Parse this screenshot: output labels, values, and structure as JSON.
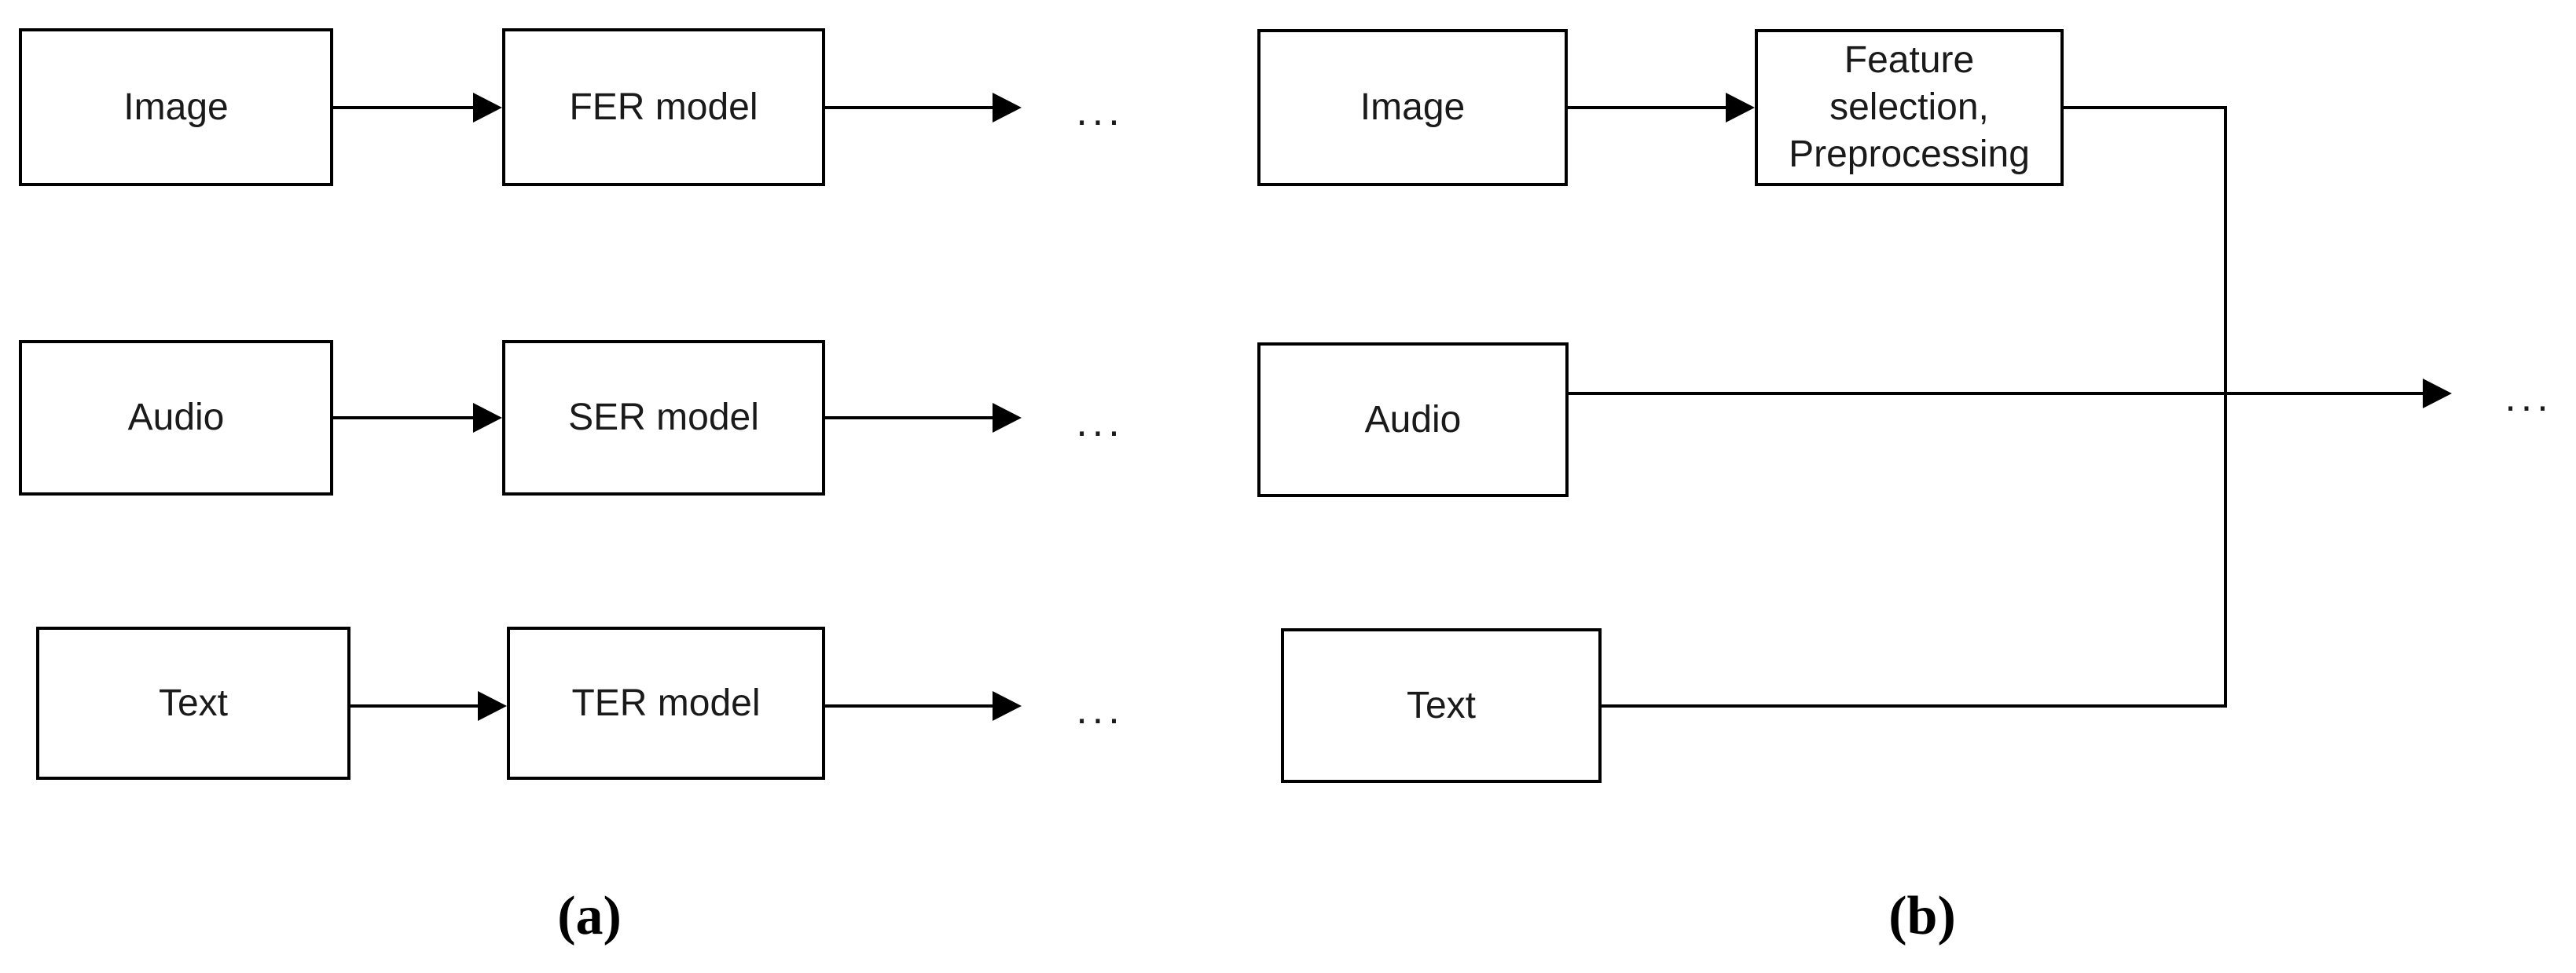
{
  "colors": {
    "ink": "#000000",
    "background": "#ffffff"
  },
  "panel_a": {
    "caption": "(a)",
    "rows": [
      {
        "source": "Image",
        "model": "FER model",
        "ellipsis": "..."
      },
      {
        "source": "Audio",
        "model": "SER model",
        "ellipsis": "..."
      },
      {
        "source": "Text",
        "model": "TER model",
        "ellipsis": "..."
      }
    ]
  },
  "panel_b": {
    "caption": "(b)",
    "image_label": "Image",
    "audio_label": "Audio",
    "text_label": "Text",
    "feature_box": {
      "line1": "Feature",
      "line2": "selection,",
      "line3": "Preprocessing"
    },
    "ellipsis": "..."
  }
}
